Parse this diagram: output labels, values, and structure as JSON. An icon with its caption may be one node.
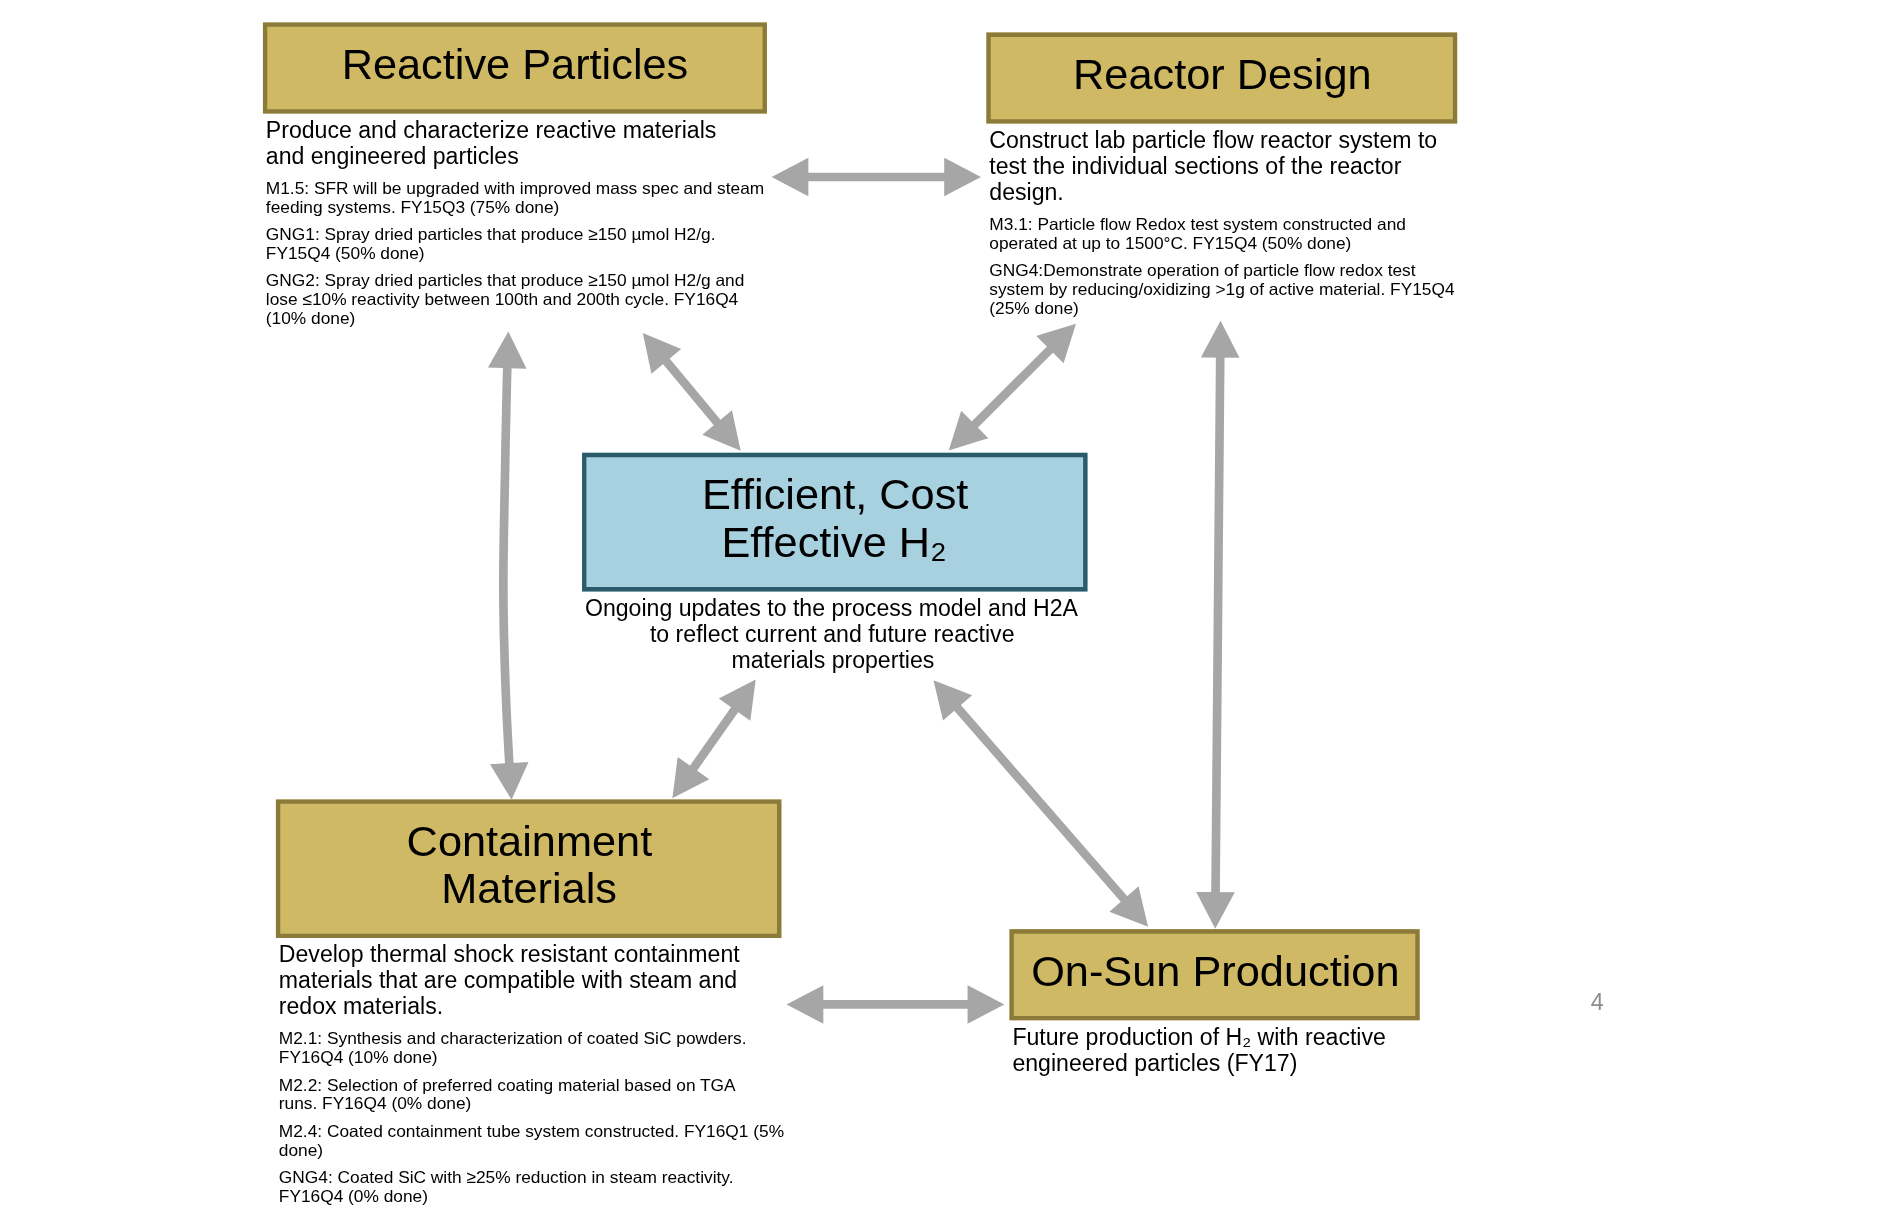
{
  "diagram": {
    "nodes": [
      {
        "text": [
          "Reactive Particles"
        ],
        "beside": [
          "Produce and characterize reactive materials and engineered particles",
          "M1.5: SFR will be upgraded with improved mass spec and steam feeding systems. FY15Q3 (75% done)",
          "GNG1: Spray dried particles that produce ≥150 µmol H2/g. FY15Q4 (50% done)",
          "GNG2: Spray dried particles that produce ≥150 µmol H2/g and lose ≤10% reactivity between 100th and 200th cycle. FY16Q4 (10% done)"
        ]
      },
      {
        "text": [
          "Reactor Design"
        ],
        "beside": [
          "Construct lab particle flow reactor system to test the individual sections of the reactor design.",
          "M3.1: Particle flow Redox test system constructed and operated at up to 1500°C. FY15Q4 (50% done)",
          "GNG4:Demonstrate operation of particle flow redox test system by reducing/oxidizing >1g of active material. FY15Q4 (25% done)"
        ]
      },
      {
        "text": [
          "Efficient, Cost Effective H₂"
        ],
        "beside": [
          "Ongoing updates to the process model and H2A to reflect current and future reactive materials properties"
        ]
      },
      {
        "text": [
          "Containment Materials"
        ],
        "beside": [
          "Develop thermal shock resistant containment materials that are compatible with steam and redox materials.",
          "M2.1: Synthesis and characterization of coated SiC powders. FY16Q4 (10% done)",
          "M2.2: Selection of preferred coating material based on TGA runs. FY16Q4 (0% done)",
          "M2.4: Coated containment tube system constructed. FY16Q1 (5% done)",
          "GNG4: Coated SiC with ≥25% reduction in steam reactivity. FY16Q4 (0% done)"
        ]
      },
      {
        "text": [
          "On-Sun Production"
        ],
        "beside": [
          "Future production of H₂ with reactive engineered particles (FY17)"
        ]
      }
    ],
    "edges": [
      {
        "from": 0,
        "to": 1,
        "arrow": "both"
      },
      {
        "from": 0,
        "to": 2,
        "arrow": "both"
      },
      {
        "from": 1,
        "to": 2,
        "arrow": "both"
      },
      {
        "from": 0,
        "to": 3,
        "arrow": "both"
      },
      {
        "from": 3,
        "to": 2,
        "arrow": "both"
      },
      {
        "from": 2,
        "to": 4,
        "arrow": "both"
      },
      {
        "from": 1,
        "to": 4,
        "arrow": "both"
      },
      {
        "from": 3,
        "to": 4,
        "arrow": "both"
      }
    ],
    "labels": [
      "4"
    ]
  }
}
